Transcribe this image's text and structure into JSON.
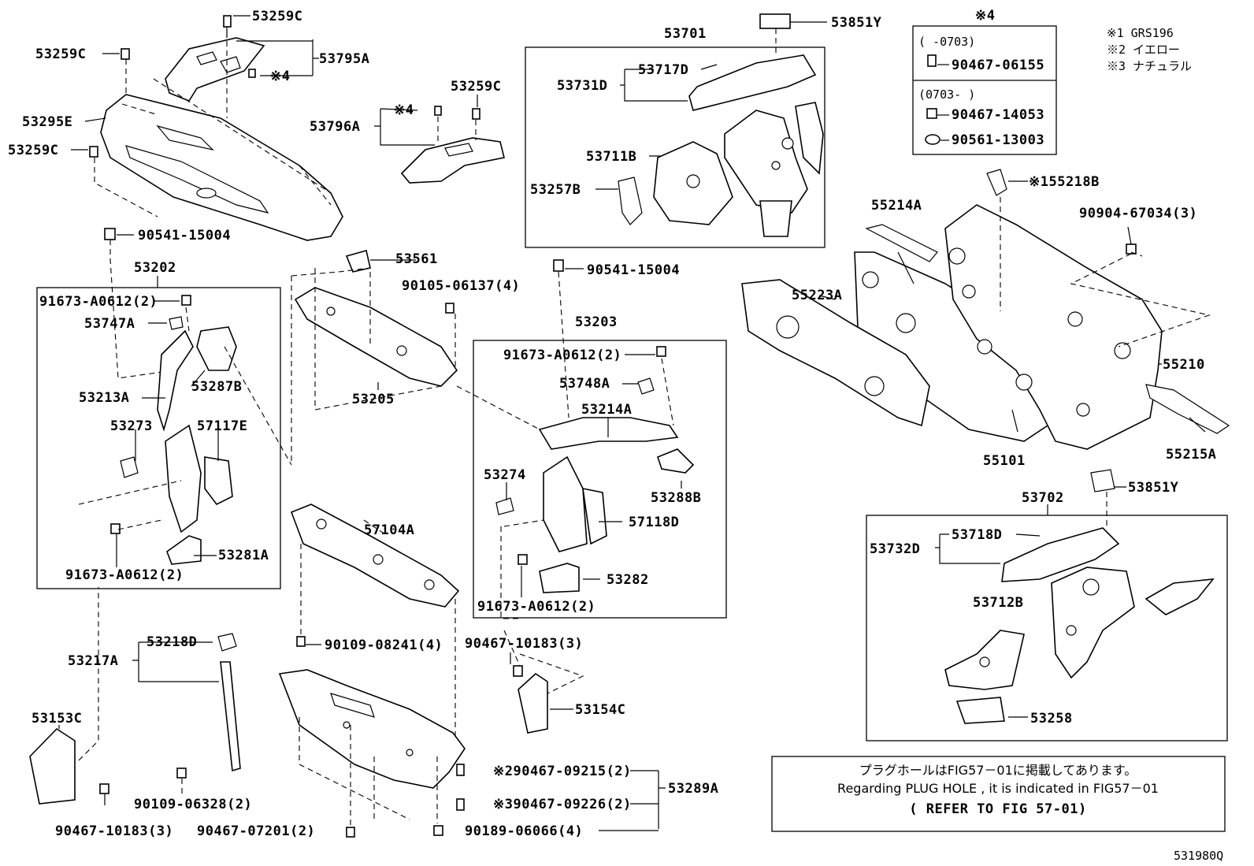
{
  "labels": {
    "p53259C_top": "53259C",
    "p53259C_left1": "53259C",
    "p53795A": "53795A",
    "p4_a": "※4",
    "p53295E": "53295E",
    "p53259C_left2": "53259C",
    "p90541_15004_a": "90541-15004",
    "p53796A": "53796A",
    "p4_b": "※4",
    "p53259C_mid": "53259C",
    "p53701": "53701",
    "p53851Y_top": "53851Y",
    "p53717D": "53717D",
    "p53731D": "53731D",
    "p53711B": "53711B",
    "p53257B": "53257B",
    "p53202": "53202",
    "p91673_a": "91673-A0612(2)",
    "p53747A": "53747A",
    "p53287B": "53287B",
    "p53213A": "53213A",
    "p53273": "53273",
    "p57117E": "57117E",
    "p91673_b": "91673-A0612(2)",
    "p53281A": "53281A",
    "p53561": "53561",
    "p90105": "90105-06137(4)",
    "p53205": "53205",
    "p90541_15004_b": "90541-15004",
    "p53203": "53203",
    "p91673_c": "91673-A0612(2)",
    "p53748A": "53748A",
    "p53214A": "53214A",
    "p53274": "53274",
    "p53288B": "53288B",
    "p57118D": "57118D",
    "p53282": "53282",
    "p91673_d": "91673-A0612(2)",
    "p57104A": "57104A",
    "p90109_08241": "90109-08241(4)",
    "p90467_10183_a": "90467-10183(3)",
    "p53154C": "53154C",
    "p53218D": "53218D",
    "p53217A": "53217A",
    "p53153C": "53153C",
    "p90109_06328": "90109-06328(2)",
    "p90467_10183_b": "90467-10183(3)",
    "p90467_07201": "90467-07201(2)",
    "p90467_09215": "※290467-09215(2)",
    "p90467_09226": "※390467-09226(2)",
    "p90189_06066": "90189-06066(4)",
    "p53289A": "53289A",
    "p55218B": "※155218B",
    "p55214A": "55214A",
    "p90904": "90904-67034(3)",
    "p55223A": "55223A",
    "p55210": "55210",
    "p55215A": "55215A",
    "p55101": "55101",
    "p53851Y_bot": "53851Y",
    "p53702": "53702",
    "p53718D": "53718D",
    "p53732D": "53732D",
    "p53712B": "53712B",
    "p53258": "53258"
  },
  "legend_box": {
    "title": "※4",
    "row1_range": "(    -0703)",
    "row1_part": "90467-06155",
    "row2_range": "(0703-    )",
    "row2_part_a": "90467-14053",
    "row2_part_b": "90561-13003"
  },
  "footnotes": {
    "n1": "※1 GRS196",
    "n2": "※2 イエロー",
    "n3": "※3 ナチュラル"
  },
  "note": {
    "line1": "プラグホールはFIG57－01に掲載してあります。",
    "line2": "Regarding PLUG HOLE , it is indicated in FIG57－01",
    "line3": "(  REFER TO FIG 57-01)"
  },
  "figure_id": "531980Q",
  "icons": [
    "bolt-icon",
    "clip-icon",
    "grommet-icon",
    "nut-icon"
  ]
}
